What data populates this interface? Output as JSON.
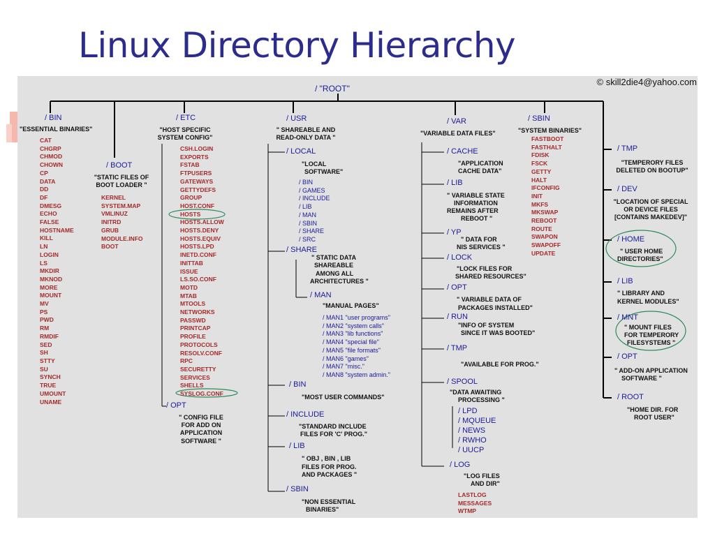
{
  "title": "Linux Directory Hierarchy",
  "credit": "© skill2die4@yahoo.com",
  "root": "/   \"ROOT\"",
  "bin": {
    "h": "/ BIN",
    "desc": "\"ESSENTIAL BINARIES\"",
    "items": [
      "CAT",
      "CHGRP",
      "CHMOD",
      "CHOWN",
      "CP",
      "DATA",
      "DD",
      "DF",
      "DMESG",
      "ECHO",
      "FALSE",
      "HOSTNAME",
      "KILL",
      "LN",
      "LOGIN",
      "LS",
      "MKDIR",
      "MKNOD",
      "MORE",
      "MOUNT",
      "MV",
      "PS",
      "PWD",
      "RM",
      "RMDIF",
      "SED",
      "SH",
      "STTY",
      "SU",
      "SYNCH",
      "TRUE",
      "UMOUNT",
      "UNAME"
    ]
  },
  "boot": {
    "h": "/ BOOT",
    "desc1": "\"STATIC FILES OF",
    "desc2": "BOOT LOADER \"",
    "items": [
      "KERNEL",
      "SYSTEM.MAP",
      "VMLINUZ",
      "INITRD",
      "GRUB",
      "MODULE.INFO",
      "BOOT"
    ]
  },
  "etc": {
    "h": "/ ETC",
    "desc1": "\"HOST SPECIFIC",
    "desc2": "SYSTEM CONFIG\"",
    "items": [
      "CSH.LOGIN",
      "EXPORTS",
      "FSTAB",
      "FTPUSERS",
      "GATEWAYS",
      "GETTYDEFS",
      "GROUP",
      "HOST.CONF",
      "HOSTS",
      "HOSTS.ALLOW",
      "HOSTS.DENY",
      "HOSTS.EQUIV",
      "HOSTS.LPD",
      "INETD.CONF",
      "INITTAB",
      "ISSUE",
      "LS.SO.CONF",
      "MOTD",
      "MTAB",
      "MTOOLS",
      "NETWORKS",
      "PASSWD",
      "PRINTCAP",
      "PROFILE",
      "PROTOCOLS",
      "RESOLV.CONF",
      "RPC",
      "SECURETTY",
      "SERVICES",
      "SHELLS",
      "SYSLOG.CONF"
    ],
    "opt": {
      "h": "/ OPT",
      "d1": "\" CONFIG FILE",
      "d2": "FOR ADD ON",
      "d3": "APPLICATION",
      "d4": "SOFTWARE \""
    }
  },
  "usr": {
    "h": "/ USR",
    "desc1": "\" SHAREABLE AND",
    "desc2": "READ-ONLY DATA \"",
    "local": {
      "h": "/ LOCAL",
      "d1": "\"LOCAL",
      "d2": "SOFTWARE\"",
      "items": [
        "/ BIN",
        "/ GAMES",
        "/ INCLUDE",
        "/ LIB",
        "/ MAN",
        "/ SBIN",
        "/ SHARE",
        "/ SRC"
      ]
    },
    "share": {
      "h": "/ SHARE",
      "d1": "\" STATIC DATA",
      "d2": "SHAREABLE",
      "d3": "AMONG ALL",
      "d4": "ARCHITECTURES \""
    },
    "man": {
      "h": "/ MAN",
      "d": "\"MANUAL PAGES\"",
      "items": [
        "/ MAN1 \"user programs\"",
        "/ MAN2 \"system calls\"",
        "/ MAN3 \"lib functions\"",
        "/ MAN4 \"special file\"",
        "/ MAN5 \"file formats\"",
        "/ MAN6 \"games\"",
        "/ MAN7 \"misc.\"",
        "/ MAN8 \"system admin.\""
      ]
    },
    "bin": {
      "h": "/ BIN",
      "d": "\"MOST USER COMMANDS\""
    },
    "include": {
      "h": "/ INCLUDE",
      "d1": "\"STANDARD INCLUDE",
      "d2": "FILES FOR  'C' PROG.\""
    },
    "lib": {
      "h": "/ LIB",
      "d1": "\" OBJ , BIN , LIB",
      "d2": "FILES FOR PROG.",
      "d3": "AND PACKAGES \""
    },
    "sbin": {
      "h": "/ SBIN",
      "d1": "\"NON ESSENTIAL",
      "d2": "BINARIES\""
    }
  },
  "var": {
    "h": "/ VAR",
    "desc": "\"VARIABLE DATA FILES\"",
    "cache": {
      "h": "/ CACHE",
      "d1": "\"APPLICATION",
      "d2": "CACHE DATA\""
    },
    "lib": {
      "h": "/ LIB",
      "d1": "\" VARIABLE STATE",
      "d2": "INFORMATION",
      "d3": "REMAINS  AFTER",
      "d4": "REBOOT \""
    },
    "yp": {
      "h": "/ YP",
      "d1": "\" DATA FOR",
      "d2": "NIS SERVICES \""
    },
    "lock": {
      "h": "/ LOCK",
      "d1": "\"LOCK FILES FOR",
      "d2": "SHARED RESOURCES\""
    },
    "opt": {
      "h": "/ OPT",
      "d1": "\"  VARIABLE DATA OF",
      "d2": "PACKAGES INSTALLED\""
    },
    "run": {
      "h": "/ RUN",
      "d1": "\"INFO OF SYSTEM",
      "d2": "SINCE IT WAS BOOTED\""
    },
    "tmp": {
      "h": "/ TMP",
      "d": "\"AVAILABLE FOR PROG.\""
    },
    "spool": {
      "h": "/ SPOOL",
      "d1": "\"DATA AWAITING",
      "d2": "PROCESSING \"",
      "items": [
        "/ LPD",
        "/ MQUEUE",
        "/ NEWS",
        "/ RWHO",
        "/ UUCP"
      ]
    },
    "log": {
      "h": "/ LOG",
      "d1": "\"LOG FILES",
      "d2": "AND DIR\"",
      "items": [
        "LASTLOG",
        "MESSAGES",
        "WTMP"
      ]
    }
  },
  "sbin": {
    "h": "/ SBIN",
    "desc": "\"SYSTEM BINARIES\"",
    "items": [
      "FASTBOOT",
      "FASTHALT",
      "FDISK",
      "FSCK",
      "GETTY",
      "HALT",
      "IFCONFIG",
      "INIT",
      "MKFS",
      "MKSWAP",
      "REBOOT",
      "ROUTE",
      "SWAPON",
      "SWAPOFF",
      "UPDATE"
    ]
  },
  "right": {
    "tmp": {
      "h": "/ TMP",
      "d1": "\"TEMPERORY FILES",
      "d2": "DELETED ON BOOTUP\""
    },
    "dev": {
      "h": "/ DEV",
      "d1": "\"LOCATION OF SPECIAL",
      "d2": "OR DEVICE FILES",
      "d3": "[CONTAINS MAKEDEV]\""
    },
    "home": {
      "h": "/ HOME",
      "d1": "\" USER HOME",
      "d2": "DIRECTORIES\""
    },
    "lib": {
      "h": "/ LIB",
      "d1": "\"  LIBRARY AND",
      "d2": "KERNEL MODULES\""
    },
    "mnt": {
      "h": "/ MNT",
      "d1": "\"  MOUNT FILES",
      "d2": "FOR TEMPERORY",
      "d3": "FILESYSTEMS \""
    },
    "opt": {
      "h": "/ OPT",
      "d1": "\" ADD-ON APPLICATION",
      "d2": "SOFTWARE \""
    },
    "root": {
      "h": "/ ROOT",
      "d1": "\"HOME DIR. FOR",
      "d2": "ROOT USER\""
    }
  }
}
